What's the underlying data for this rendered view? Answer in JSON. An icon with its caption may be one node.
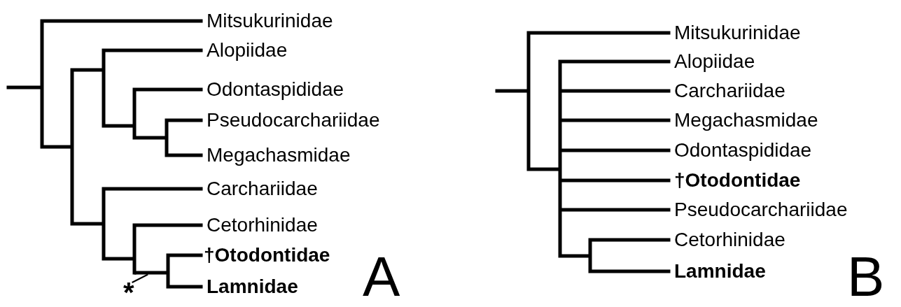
{
  "diagram": {
    "nodes": [
      {
        "text": [
          "*"
        ]
      },
      {
        "text": [],
        "shape": "line"
      }
    ],
    "edges": [
      {
        "from": 0,
        "to": 1,
        "arrow": "none"
      }
    ],
    "labels": [
      "Mitsukurinidae",
      "Alopiidae",
      "Odontaspididae",
      "Pseudocarchariidae",
      "Megachasmidae",
      "Carchariidae",
      "Cetorhinidae",
      "†Otodontidae",
      "Lamnidae",
      "A",
      "Mitsukurinidae",
      "Alopiidae",
      "Carchariidae",
      "Megachasmidae",
      "Odontaspididae",
      "†Otodontidae",
      "Pseudocarchariidae",
      "Cetorhinidae",
      "Lamnidae",
      "B"
    ]
  }
}
